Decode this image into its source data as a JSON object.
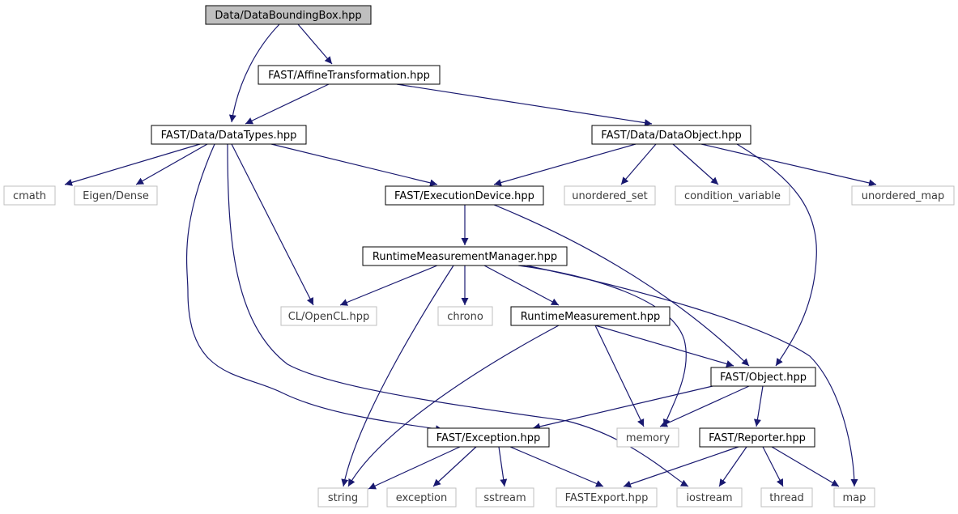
{
  "diagram": {
    "nodes": [
      {
        "id": "root",
        "label": "Data/DataBoundingBox.hpp",
        "kind": "root"
      },
      {
        "id": "affine",
        "label": "FAST/AffineTransformation.hpp",
        "kind": "header"
      },
      {
        "id": "datatypes",
        "label": "FAST/Data/DataTypes.hpp",
        "kind": "header"
      },
      {
        "id": "dataobject",
        "label": "FAST/Data/DataObject.hpp",
        "kind": "header"
      },
      {
        "id": "cmath",
        "label": "cmath",
        "kind": "system"
      },
      {
        "id": "eigen",
        "label": "Eigen/Dense",
        "kind": "system"
      },
      {
        "id": "execdevice",
        "label": "FAST/ExecutionDevice.hpp",
        "kind": "header"
      },
      {
        "id": "unordered_set",
        "label": "unordered_set",
        "kind": "system"
      },
      {
        "id": "condvar",
        "label": "condition_variable",
        "kind": "system"
      },
      {
        "id": "unordered_map",
        "label": "unordered_map",
        "kind": "system"
      },
      {
        "id": "rtmm",
        "label": "RuntimeMeasurementManager.hpp",
        "kind": "header"
      },
      {
        "id": "opencl",
        "label": "CL/OpenCL.hpp",
        "kind": "system"
      },
      {
        "id": "chrono",
        "label": "chrono",
        "kind": "system"
      },
      {
        "id": "rtm",
        "label": "RuntimeMeasurement.hpp",
        "kind": "header"
      },
      {
        "id": "object",
        "label": "FAST/Object.hpp",
        "kind": "header"
      },
      {
        "id": "exception_h",
        "label": "FAST/Exception.hpp",
        "kind": "header"
      },
      {
        "id": "memory",
        "label": "memory",
        "kind": "system"
      },
      {
        "id": "reporter",
        "label": "FAST/Reporter.hpp",
        "kind": "header"
      },
      {
        "id": "string",
        "label": "string",
        "kind": "system"
      },
      {
        "id": "exception",
        "label": "exception",
        "kind": "system"
      },
      {
        "id": "sstream",
        "label": "sstream",
        "kind": "system"
      },
      {
        "id": "fastexport",
        "label": "FASTExport.hpp",
        "kind": "system"
      },
      {
        "id": "iostream",
        "label": "iostream",
        "kind": "system"
      },
      {
        "id": "thread",
        "label": "thread",
        "kind": "system"
      },
      {
        "id": "map",
        "label": "map",
        "kind": "system"
      }
    ],
    "edges": [
      [
        "root",
        "affine"
      ],
      [
        "root",
        "datatypes"
      ],
      [
        "affine",
        "datatypes"
      ],
      [
        "affine",
        "dataobject"
      ],
      [
        "datatypes",
        "cmath"
      ],
      [
        "datatypes",
        "eigen"
      ],
      [
        "datatypes",
        "execdevice"
      ],
      [
        "datatypes",
        "opencl"
      ],
      [
        "datatypes",
        "exception_h"
      ],
      [
        "datatypes",
        "iostream"
      ],
      [
        "dataobject",
        "execdevice"
      ],
      [
        "dataobject",
        "unordered_set"
      ],
      [
        "dataobject",
        "condvar"
      ],
      [
        "dataobject",
        "unordered_map"
      ],
      [
        "dataobject",
        "object"
      ],
      [
        "execdevice",
        "rtmm"
      ],
      [
        "execdevice",
        "object"
      ],
      [
        "rtmm",
        "opencl"
      ],
      [
        "rtmm",
        "chrono"
      ],
      [
        "rtmm",
        "rtm"
      ],
      [
        "rtmm",
        "string"
      ],
      [
        "rtmm",
        "memory"
      ],
      [
        "rtmm",
        "map"
      ],
      [
        "rtm",
        "object"
      ],
      [
        "rtm",
        "memory"
      ],
      [
        "rtm",
        "string"
      ],
      [
        "object",
        "exception_h"
      ],
      [
        "object",
        "memory"
      ],
      [
        "object",
        "reporter"
      ],
      [
        "exception_h",
        "string"
      ],
      [
        "exception_h",
        "exception"
      ],
      [
        "exception_h",
        "sstream"
      ],
      [
        "exception_h",
        "fastexport"
      ],
      [
        "reporter",
        "fastexport"
      ],
      [
        "reporter",
        "iostream"
      ],
      [
        "reporter",
        "thread"
      ],
      [
        "reporter",
        "map"
      ]
    ],
    "colors": {
      "root_fill": "#bfbfbf",
      "header_stroke": "#000000",
      "system_stroke": "#bfbfbf",
      "edge": "#191970",
      "text": "#000000",
      "system_text": "#3c3c3c"
    }
  }
}
